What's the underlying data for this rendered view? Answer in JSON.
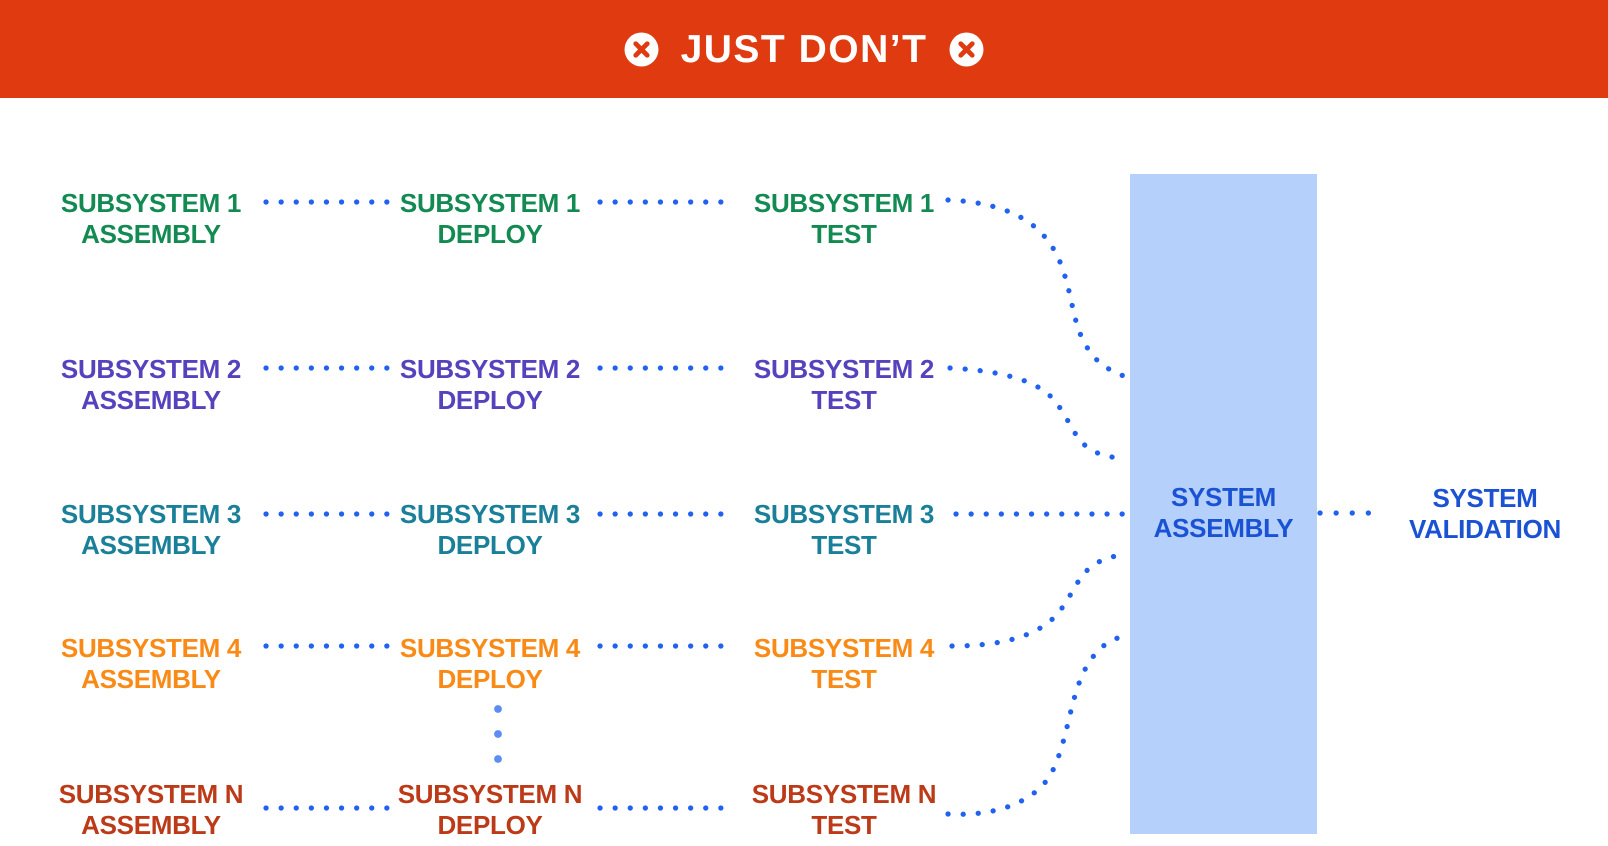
{
  "banner": {
    "title": "JUST DON’T",
    "left_icon": "no-cross-icon",
    "right_icon": "no-cross-icon"
  },
  "rows": [
    {
      "name": "subsystem-1",
      "color": "#128A52",
      "labels": {
        "assembly": [
          "SUBSYSTEM 1",
          "ASSEMBLY"
        ],
        "deploy": [
          "SUBSYSTEM 1",
          "DEPLOY"
        ],
        "test": [
          "SUBSYSTEM 1",
          "TEST"
        ]
      }
    },
    {
      "name": "subsystem-2",
      "color": "#5742BE",
      "labels": {
        "assembly": [
          "SUBSYSTEM 2",
          "ASSEMBLY"
        ],
        "deploy": [
          "SUBSYSTEM 2",
          "DEPLOY"
        ],
        "test": [
          "SUBSYSTEM 2",
          "TEST"
        ]
      }
    },
    {
      "name": "subsystem-3",
      "color": "#1A8099",
      "labels": {
        "assembly": [
          "SUBSYSTEM 3",
          "ASSEMBLY"
        ],
        "deploy": [
          "SUBSYSTEM 3",
          "DEPLOY"
        ],
        "test": [
          "SUBSYSTEM 3",
          "TEST"
        ]
      }
    },
    {
      "name": "subsystem-4",
      "color": "#FA8A16",
      "labels": {
        "assembly": [
          "SUBSYSTEM 4",
          "ASSEMBLY"
        ],
        "deploy": [
          "SUBSYSTEM 4",
          "DEPLOY"
        ],
        "test": [
          "SUBSYSTEM 4",
          "TEST"
        ]
      }
    },
    {
      "name": "subsystem-n",
      "color": "#BC3A18",
      "labels": {
        "assembly": [
          "SUBSYSTEM N",
          "ASSEMBLY"
        ],
        "deploy": [
          "SUBSYSTEM N",
          "DEPLOY"
        ],
        "test": [
          "SUBSYSTEM N",
          "TEST"
        ]
      }
    }
  ],
  "ellipsis": "vertical-dots-between-subsystem-4-and-subsystem-n",
  "system_assembly": {
    "lines": [
      "SYSTEM",
      "ASSEMBLY"
    ]
  },
  "system_validation": {
    "lines": [
      "SYSTEM",
      "VALIDATION"
    ]
  },
  "colors": {
    "banner-bg": "#E03A10",
    "banner-text": "#FFFFFF",
    "dot": "#2161F0",
    "dot-light": "#5C8DF4",
    "box-fill": "#B4D0FB",
    "blue-text": "#1B52D4"
  }
}
